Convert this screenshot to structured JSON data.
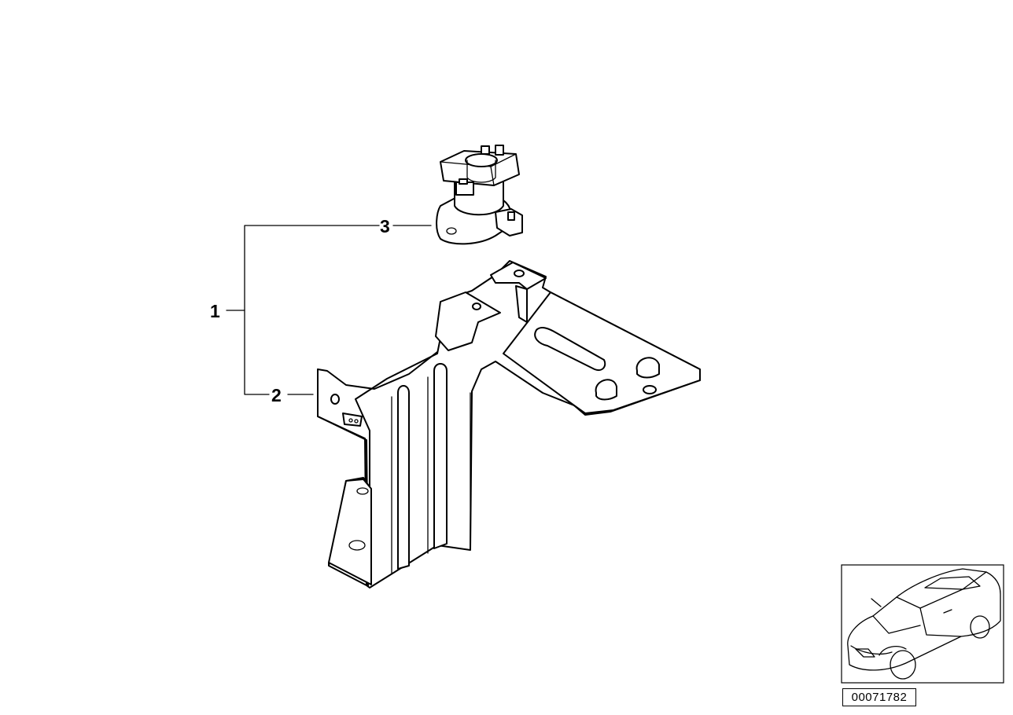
{
  "callouts": {
    "c1": "1",
    "c2": "2",
    "c3": "3"
  },
  "reference_number": "00071782",
  "colors": {
    "ink": "#000000",
    "paper": "#ffffff"
  }
}
